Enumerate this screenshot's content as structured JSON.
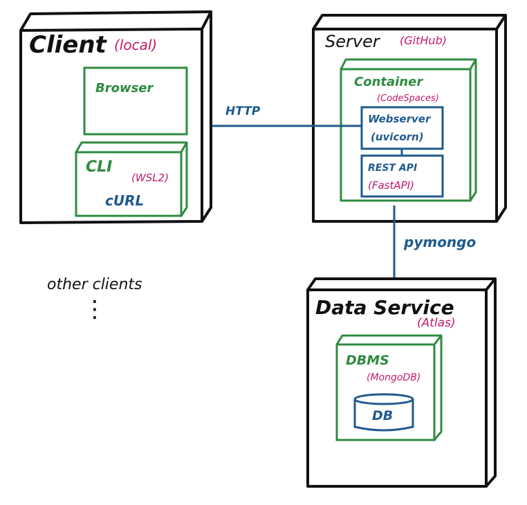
{
  "colors": {
    "black": "#111111",
    "green": "#2e8b3f",
    "blue": "#1f5a8e",
    "pink": "#c0186a"
  },
  "client": {
    "title": "Client",
    "note": "(local)",
    "browser_label": "Browser",
    "cli_label": "CLI",
    "cli_note": "(WSL2)",
    "curl_label": "cURL"
  },
  "server": {
    "title": "Server",
    "note": "(GitHub)",
    "container_label": "Container",
    "container_note": "(CodeSpaces)",
    "webserver_label": "Webserver",
    "webserver_note": "(uvicorn)",
    "rest_label": "REST API",
    "rest_note": "(FastAPI)"
  },
  "data_service": {
    "title": "Data Service",
    "note": "(Atlas)",
    "dbms_label": "DBMS",
    "dbms_note": "(MongoDB)",
    "db_label": "DB"
  },
  "connections": {
    "http_label": "HTTP",
    "pymongo_label": "pymongo"
  },
  "other": {
    "label": "other clients",
    "ellipsis": "⋮"
  }
}
